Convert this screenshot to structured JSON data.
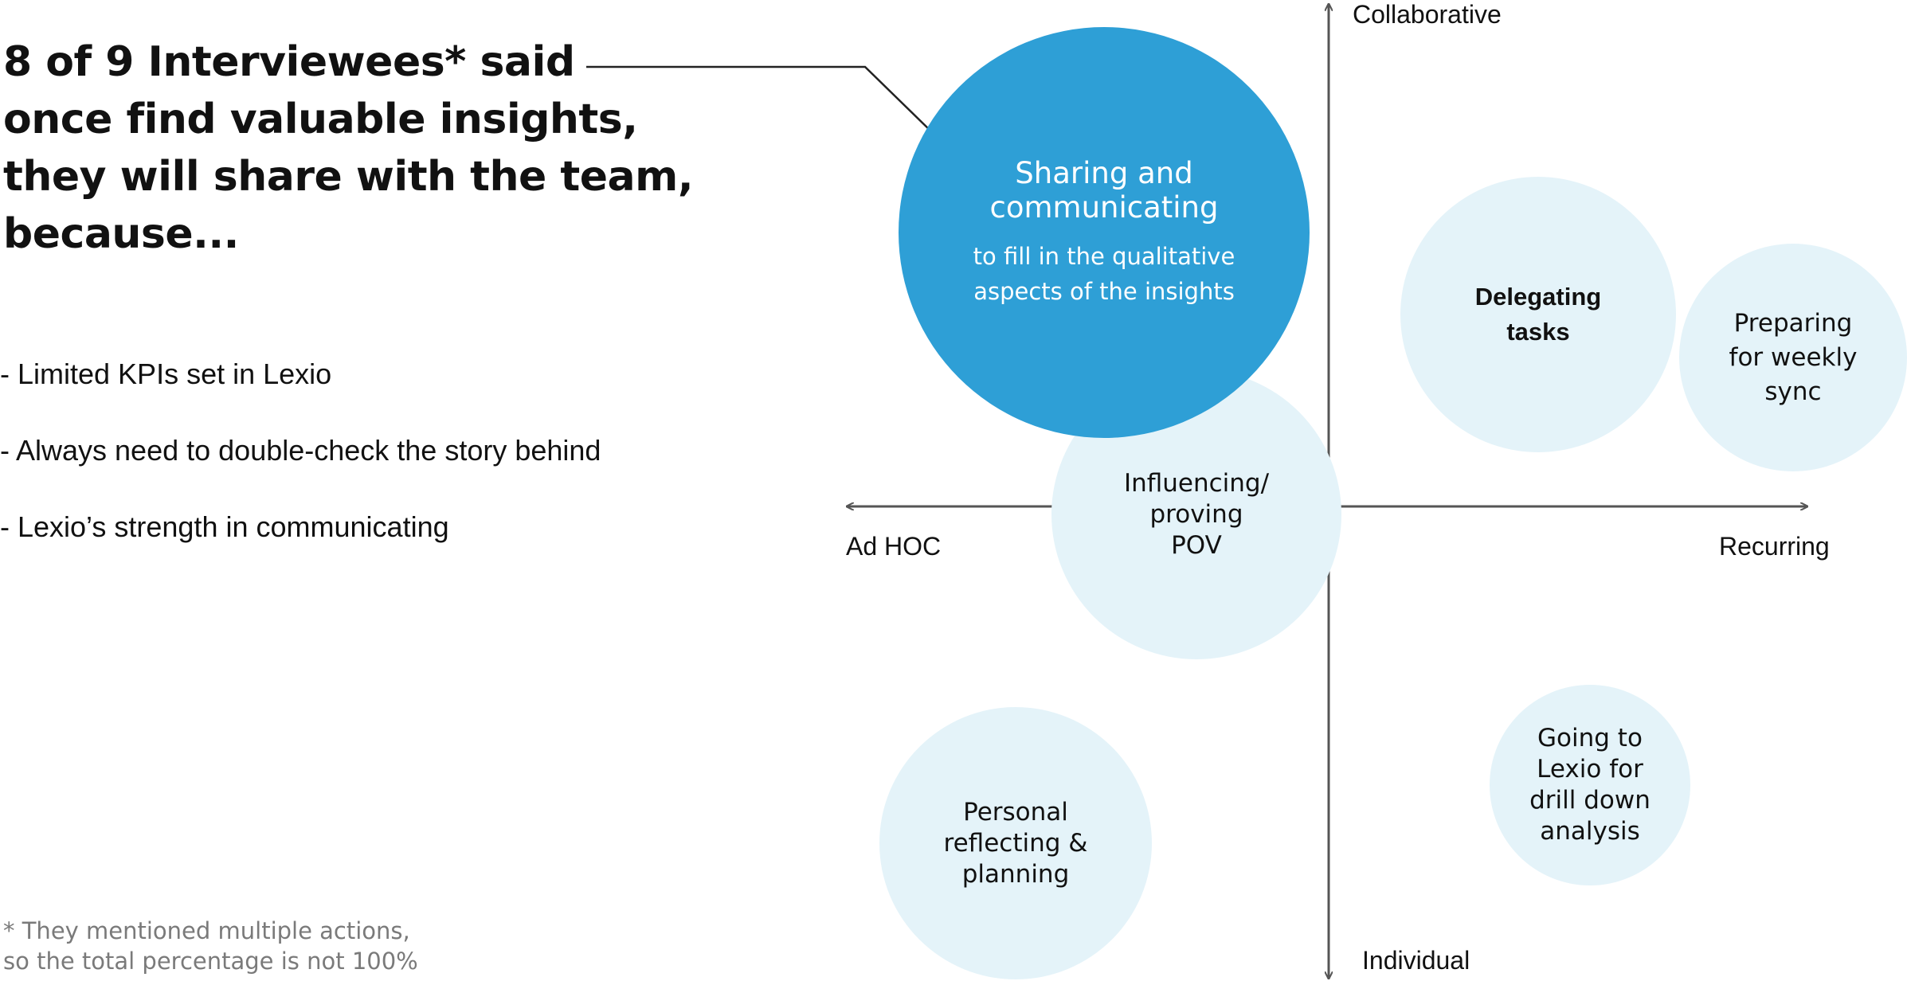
{
  "headline": [
    "8 of 9 Interviewees* said",
    "once find valuable insights,",
    "they will share with the team,",
    "because..."
  ],
  "reasons": [
    "- Limited KPIs set in Lexio",
    "- Always need to double-check the story behind",
    "- Lexio’s strength in communicating"
  ],
  "footnote": [
    "* They mentioned multiple actions,",
    "so the total percentage is not 100%"
  ],
  "axes": {
    "top": "Collaborative",
    "bottom": "Individual",
    "left": "Ad HOC",
    "right": "Recurring"
  },
  "bubbles": {
    "sharing": {
      "title": "Sharing and\ncommunicating",
      "subtitle": "to fill in the  qualitative\naspects of the insights"
    },
    "influencing": {
      "title": "Influencing/\nproving\nPOV"
    },
    "delegating": {
      "title": "Delegating\ntasks"
    },
    "preparing": {
      "title": "Preparing\nfor weekly\nsync"
    },
    "personal": {
      "title": "Personal\nreflecting &\nplanning"
    },
    "going": {
      "title": "Going to\nLexio for\ndrill down\nanalysis"
    }
  },
  "colors": {
    "primary_bubble": "#2e9fd6",
    "light_bubble": "#e4f3f9",
    "axis": "#555555"
  }
}
